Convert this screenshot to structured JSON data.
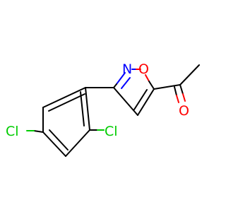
{
  "molecule": {
    "atoms": {
      "cl_left": "Cl",
      "cl_right": "Cl",
      "nitrogen": "N",
      "ring_oxygen": "O",
      "carbonyl_oxygen": "O"
    },
    "colors": {
      "bond": "#000000",
      "chlorine": "#00cc00",
      "nitrogen": "#0000ff",
      "oxygen": "#ff0000"
    }
  }
}
